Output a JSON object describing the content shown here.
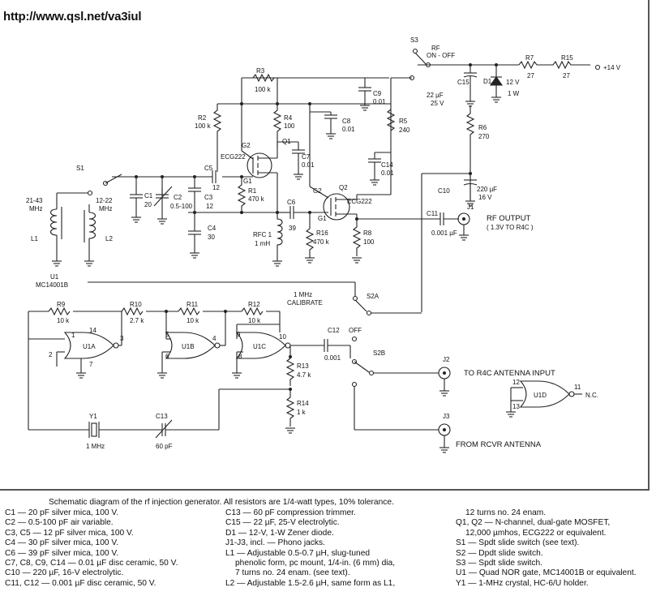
{
  "header": {
    "url": "http://www.qsl.net/va3iul"
  },
  "labels": {
    "s3": "S3",
    "rf_on_off_1": "RF",
    "rf_on_off_2": "ON - OFF",
    "r7": "R7",
    "r7v": "27",
    "r15": "R15",
    "r15v": "27",
    "supply": "+14 V",
    "c15": "C15",
    "c15v1": "22 µF",
    "c15v2": "25 V",
    "d1": "D1",
    "d1v1": "12 V",
    "d1v2": "1 W",
    "r3": "R3",
    "r3v": "100 k",
    "c9": "C9",
    "c9v": "0.01",
    "c8": "C8",
    "c8v": "0.01",
    "r2": "R2",
    "r2v": "100 k",
    "r4": "R4",
    "r4v": "100",
    "r5": "R5",
    "r5v": "240",
    "r6": "R6",
    "r6v": "270",
    "g2a": "G2",
    "q1": "Q1",
    "ecg_a": "ECG222",
    "c7": "C7",
    "c7v": "0.01",
    "c14": "C14",
    "c14v": "0.01",
    "s1": "S1",
    "c5": "C5",
    "c5v": "12",
    "g1a": "G1",
    "c10": "C10",
    "c10v1": "220 µF",
    "c10v2": "16 V",
    "g2b": "G2",
    "q2": "Q2",
    "ecg_b": "ECG222",
    "g1b": "G1",
    "r1": "R1",
    "r1v": "470 k",
    "c1": "C1",
    "c1v": "20",
    "c2": "C2",
    "c2v": "0.5-100",
    "c3": "C3",
    "c3v": "12",
    "c6": "C6",
    "c6v": "39",
    "c11": "C11",
    "c11v": "0.001 µF",
    "j1": "J1",
    "rfout1": "RF OUTPUT",
    "rfout2": "( 1.3V TO R4C )",
    "band1a": "21-43",
    "band1b": "MHz",
    "band2a": "12-22",
    "band2b": "MHz",
    "l1": "L1",
    "l2": "L2",
    "c4": "C4",
    "c4v": "30",
    "rfc1a": "RFC 1",
    "rfc1b": "1 mH",
    "r16": "R16",
    "r16v": "470 k",
    "r8": "R8",
    "r8v": "100",
    "u1": "U1",
    "u1v": "MC14001B",
    "cal1": "1 MHz",
    "cal2": "CALIBRATE",
    "s2a": "S2A",
    "r9": "R9",
    "r9v": "10 k",
    "r10": "R10",
    "r10v": "2.7 k",
    "r11": "R11",
    "r11v": "10 k",
    "r12": "R12",
    "r12v": "10 k",
    "p1": "1",
    "p2": "2",
    "p14": "14",
    "u1a": "U1A",
    "p3": "3",
    "p7": "7",
    "p5": "5",
    "p6": "6",
    "u1b": "U1B",
    "p4": "4",
    "p9": "9",
    "p8": "8",
    "u1c": "U1C",
    "p10": "10",
    "c12": "C12",
    "c12v": "0.001",
    "off": "OFF",
    "s2b": "S2B",
    "r13": "R13",
    "r13v": "4.7 k",
    "r14": "R14",
    "r14v": "1 k",
    "j2": "J2",
    "to_r4c": "TO R4C ANTENNA INPUT",
    "p12": "12",
    "p13": "13",
    "u1d": "U1D",
    "p11": "11",
    "nc": "N.C.",
    "y1": "Y1",
    "y1v": "1 MHz",
    "c13": "C13",
    "c13v": "60 pF",
    "j3": "J3",
    "from_rcvr": "FROM RCVR ANTENNA"
  },
  "caption": {
    "title": "Schematic diagram of the rf injection generator. All resistors are 1/4-watt types, 10% tolerance.",
    "col1": [
      "C1 — 20 pF silver mica, 100 V.",
      "C2 — 0.5-100 pF air variable.",
      "C3, C5 — 12 pF silver mica, 100 V.",
      "C4 — 30 pF silver mica, 100 V.",
      "C6 — 39 pF silver mica, 100 V.",
      "C7, C8, C9, C14 — 0.01 µF disc ceramic, 50 V.",
      "C10 — 220 µF, 16-V electrolytic.",
      "C11, C12 — 0.001 µF disc ceramic, 50 V."
    ],
    "col2": [
      "C13 — 60 pF compression trimmer.",
      "C15 — 22 µF, 25-V electrolytic.",
      "D1 — 12-V, 1-W Zener diode.",
      "J1-J3, incl. — Phono jacks.",
      "L1 — Adjustable 0.5-0.7 µH, slug-tuned",
      "phenolic form, pc mount, 1/4-in. (6 mm) dia,",
      "7 turns no. 24 enam. (see text).",
      "L2 — Adjustable 1.5-2.6 µH, same form as L1,"
    ],
    "col3": [
      "12 turns no. 24 enam.",
      "Q1, Q2 — N-channel, dual-gate MOSFET,",
      "12,000 µmhos, ECG222 or equivalent.",
      "S1 — Spdt slide switch (see text).",
      "S2 — Dpdt slide switch.",
      "S3 — Spdt slide switch.",
      "U1 — Quad NOR gate, MC14001B or equivalent.",
      "Y1 — 1-MHz crystal, HC-6/U holder."
    ]
  }
}
